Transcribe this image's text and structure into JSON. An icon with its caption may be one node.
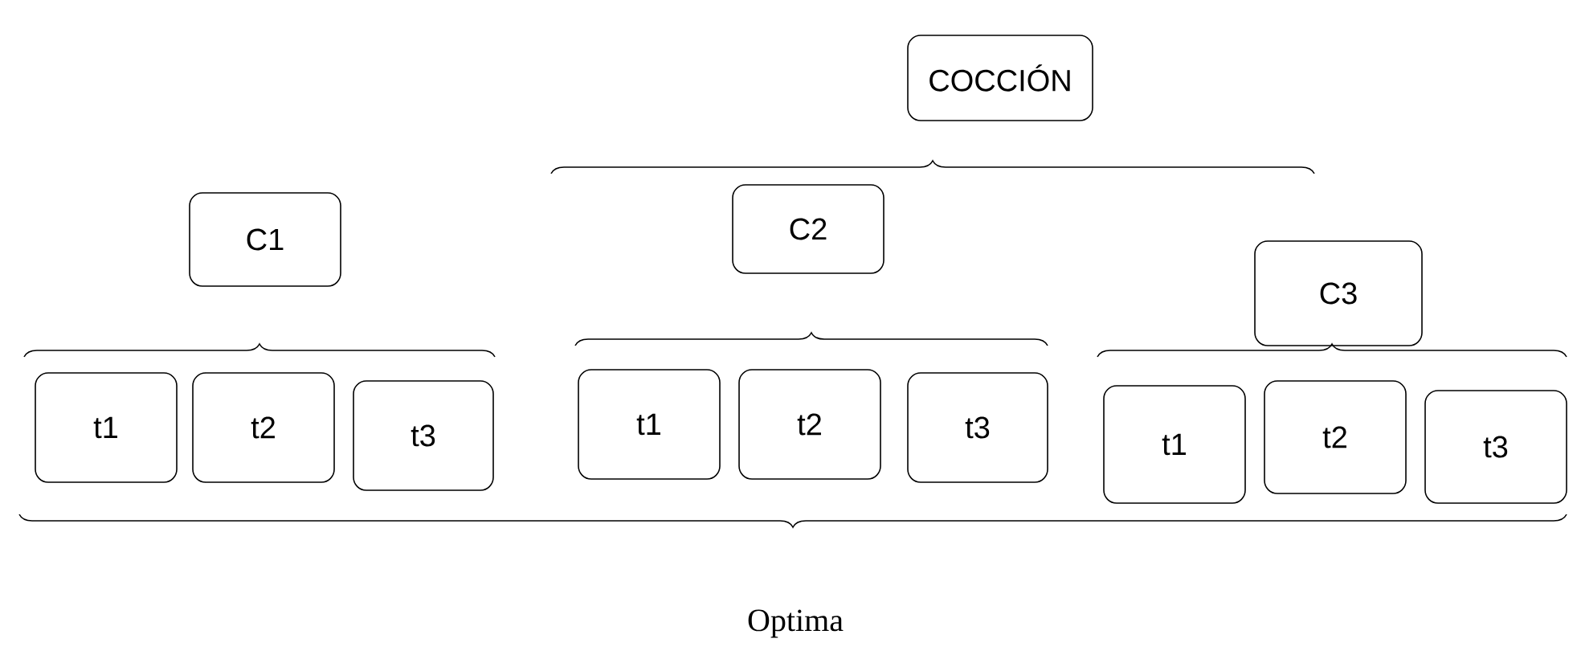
{
  "diagram": {
    "nodes": [
      {
        "text": [
          "COCCIÓN"
        ]
      },
      {
        "text": [
          "C1"
        ]
      },
      {
        "text": [
          "C2"
        ]
      },
      {
        "text": [
          "C3"
        ]
      },
      {
        "text": [
          "t1"
        ]
      },
      {
        "text": [
          "t2"
        ]
      },
      {
        "text": [
          "t3"
        ]
      },
      {
        "text": [
          "t1"
        ]
      },
      {
        "text": [
          "t2"
        ]
      },
      {
        "text": [
          "t3"
        ]
      },
      {
        "text": [
          "t1"
        ]
      },
      {
        "text": [
          "t2"
        ]
      },
      {
        "text": [
          "t3"
        ]
      }
    ],
    "labels": [
      "Optima"
    ]
  }
}
